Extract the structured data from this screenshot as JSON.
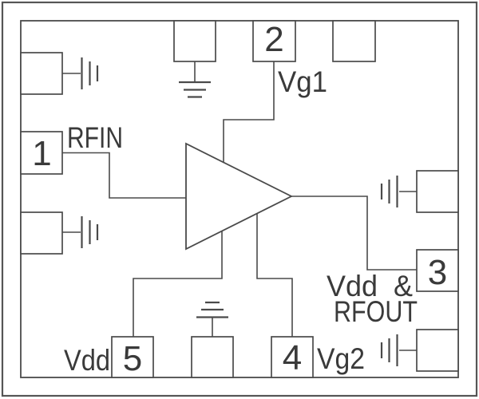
{
  "diagram": {
    "type": "mmic-amplifier-pinout-schematic",
    "pads": {
      "pad1": "1",
      "pad2": "2",
      "pad3": "3",
      "pad4": "4",
      "pad5": "5"
    },
    "labels": {
      "rfin": "RFIN",
      "vg1": "Vg1",
      "vg2": "Vg2",
      "vdd": "Vdd",
      "vdd_rfout_line1": "Vdd  &",
      "vdd_rfout_line2": "RFOUT"
    },
    "colors": {
      "line": "#4a4a4a",
      "border": "#555555",
      "text": "#3a3a3a",
      "background": "#ffffff"
    }
  }
}
